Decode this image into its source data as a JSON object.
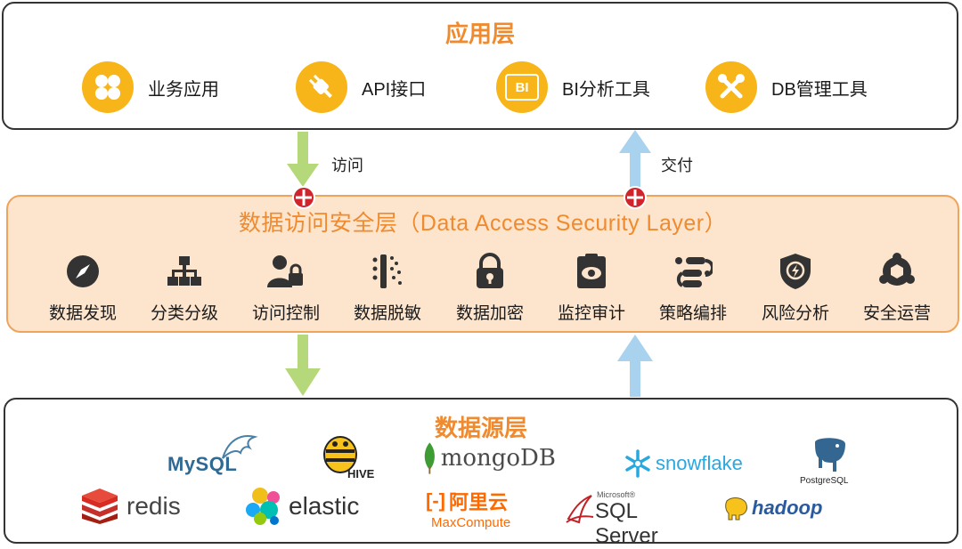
{
  "app_layer": {
    "title": "应用层",
    "items": [
      {
        "label": "业务应用",
        "icon": "grid-icon"
      },
      {
        "label": "API接口",
        "icon": "plug-icon"
      },
      {
        "label": "BI分析工具",
        "icon": "bi-icon",
        "icon_text": "BI"
      },
      {
        "label": "DB管理工具",
        "icon": "tools-icon"
      }
    ]
  },
  "arrows": {
    "access_label": "访问",
    "deliver_label": "交付",
    "down_color": "#b5d97a",
    "up_color": "#a9d2ee",
    "marker_color": "#d0232b"
  },
  "security_layer": {
    "title": "数据访问安全层（Data Access Security Layer）",
    "features": [
      {
        "label": "数据发现",
        "icon": "compass-icon"
      },
      {
        "label": "分类分级",
        "icon": "hierarchy-icon"
      },
      {
        "label": "访问控制",
        "icon": "user-lock-icon"
      },
      {
        "label": "数据脱敏",
        "icon": "masking-icon"
      },
      {
        "label": "数据加密",
        "icon": "lock-icon"
      },
      {
        "label": "监控审计",
        "icon": "eye-clipboard-icon"
      },
      {
        "label": "策略编排",
        "icon": "workflow-icon"
      },
      {
        "label": "风险分析",
        "icon": "shield-bolt-icon"
      },
      {
        "label": "安全运营",
        "icon": "operations-icon"
      }
    ]
  },
  "source_layer": {
    "title": "数据源层",
    "logos": {
      "mysql": "MySQL",
      "hive": "HIVE",
      "mongodb": "mongoDB",
      "snowflake": "snowflake",
      "postgresql": "PostgreSQL",
      "redis": "redis",
      "elastic": "elastic",
      "aliyun": "阿里云",
      "maxcompute": "MaxCompute",
      "sqlserver_small": "Microsoft®",
      "sqlserver": "SQL Server",
      "hadoop": "hadoop"
    }
  },
  "colors": {
    "accent": "#f08a2e",
    "icon_yellow": "#f7b519",
    "security_fill": "#fde4cc",
    "security_border": "#f0a35a"
  }
}
